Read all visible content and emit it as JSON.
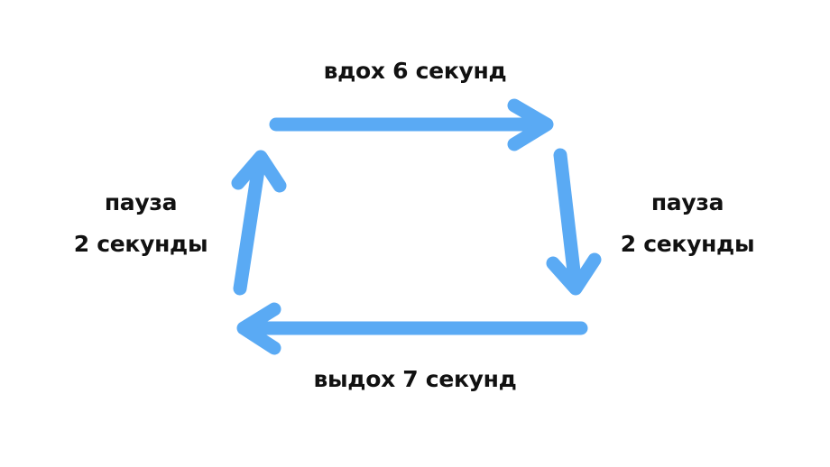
{
  "diagram": {
    "accent_color": "#5aaaf4",
    "text_color": "#111111",
    "labels": {
      "inhale": "вдох 6 секунд",
      "exhale": "выдох 7 секунд",
      "pause_left_line1": "пауза",
      "pause_left_line2": "2 секунды",
      "pause_right_line1": "пауза",
      "pause_right_line2": "2 секунды"
    },
    "arrows": [
      {
        "id": "arrow-inhale",
        "direction": "right"
      },
      {
        "id": "arrow-pause-right",
        "direction": "down"
      },
      {
        "id": "arrow-exhale",
        "direction": "left"
      },
      {
        "id": "arrow-pause-left",
        "direction": "up"
      }
    ]
  }
}
